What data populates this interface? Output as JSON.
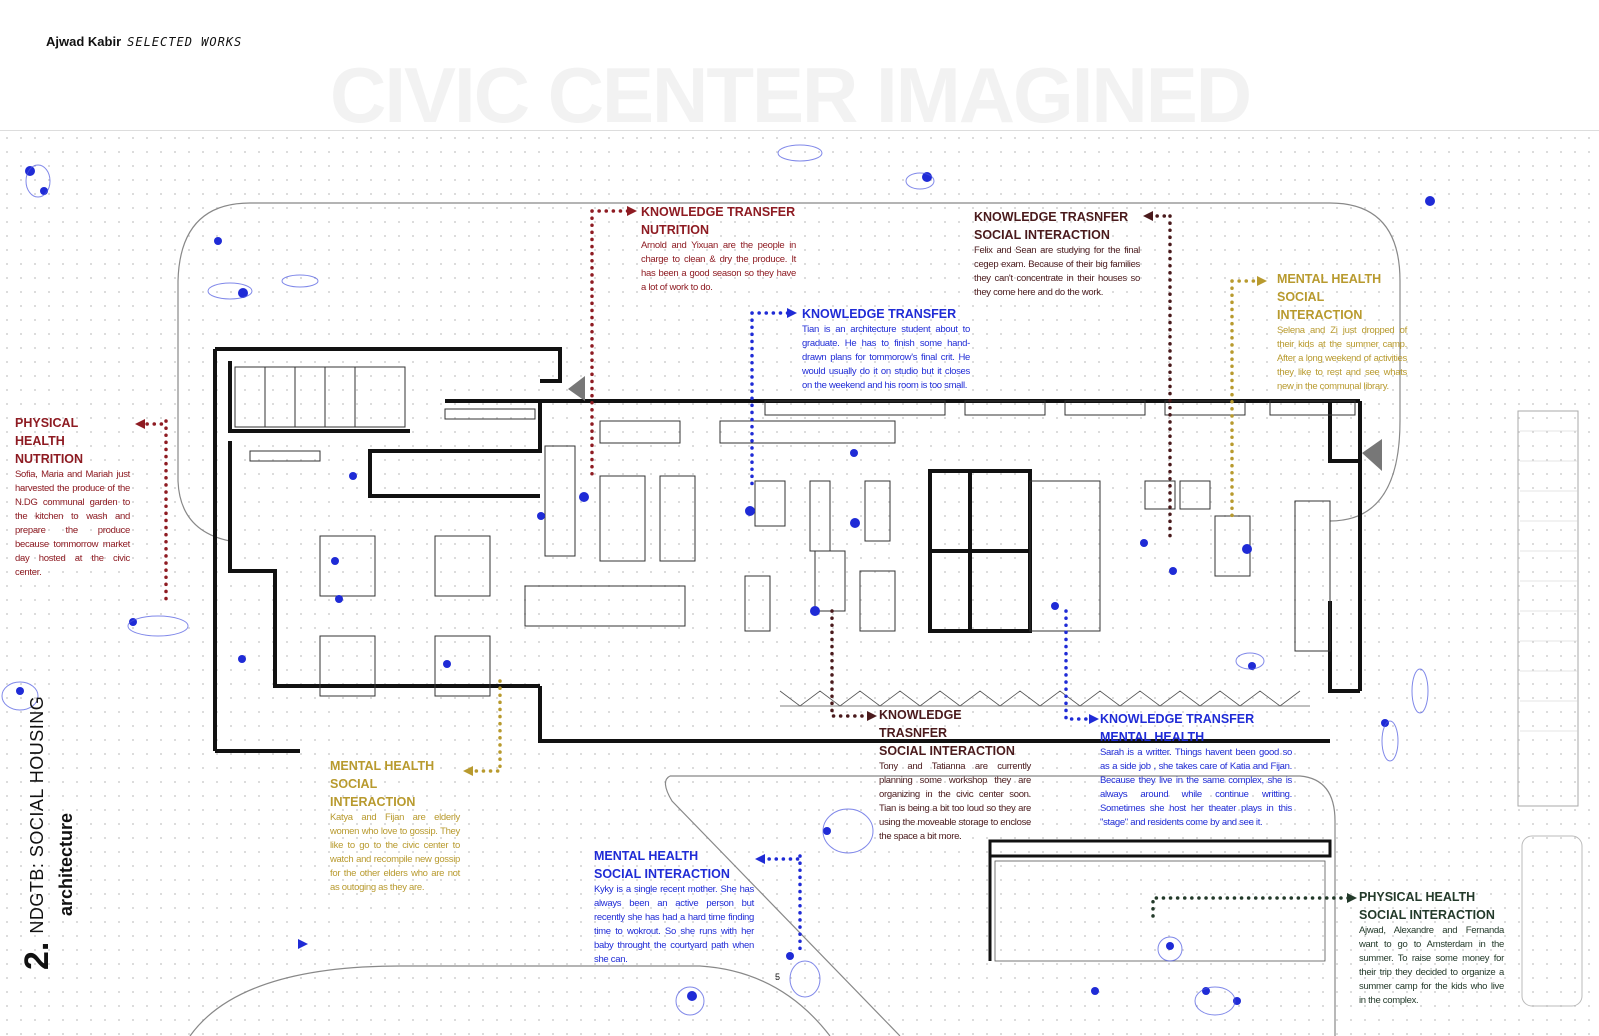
{
  "header": {
    "author": "Ajwad Kabir",
    "subtitle": "SELECTED WORKS"
  },
  "title": "CIVIC CENTER IMAGINED",
  "side_label": {
    "number": "2.",
    "project": "NDGTB: SOCIAL HOUSING",
    "discipline": "architecture"
  },
  "page_number": "5",
  "colors": {
    "red": "#8e1b22",
    "blue": "#1f2bd6",
    "ochre": "#b89a2e",
    "brown": "#4a1a1c",
    "green": "#233a2a"
  },
  "annotations": [
    {
      "id": "physical-nutrition",
      "color": "red",
      "heading1": "PHYSICAL HEALTH",
      "heading2": "NUTRITION",
      "text": "Sofia, Maria and Mariah just harvested the produce of the N.DG communal garden to the kitchen to wash and prepare the produce because tommorrow market day hosted at the civic center."
    },
    {
      "id": "knowledge-nutrition",
      "color": "red",
      "heading1": "KNOWLEDGE TRANSFER",
      "heading2": "NUTRITION",
      "text": "Arnold and Yixuan are the people in charge to clean & dry the produce. It has been a good season so they have a lot of work to do."
    },
    {
      "id": "knowledge-transfer",
      "color": "blue",
      "heading1": "KNOWLEDGE TRANSFER",
      "heading2": "",
      "text": "Tian is an architecture student about to graduate. He has to finish some hand-drawn plans for tommorow's final crit. He would usually do it on studio but it closes on the weekend and his room is too small."
    },
    {
      "id": "knowledge-social-top",
      "color": "brown",
      "heading1": "KNOWLEDGE TRASNFER",
      "heading2": "SOCIAL INTERACTION",
      "text": "Felix and Sean are studying for the final cegep exam. Because of their big families they can't concentrate in their houses so they come here and do the work."
    },
    {
      "id": "mental-social-right",
      "color": "ochre",
      "heading1": "MENTAL HEALTH",
      "heading2": "SOCIAL INTERACTION",
      "text": "Selena and Zi just dropped of their kids at the summer camp. After a long weekend of activities they like to rest and see whats new in the communal library."
    },
    {
      "id": "mental-social-left",
      "color": "ochre",
      "heading1": "MENTAL HEALTH",
      "heading2": "SOCIAL INTERACTION",
      "text": "Katya and Fijan are elderly women who love to gossip. They like to go to the civic center to watch and recompile new gossip for the other elders who are not as outoging as they are."
    },
    {
      "id": "knowledge-social-bottom",
      "color": "brown",
      "heading1": "KNOWLEDGE TRASNFER",
      "heading2": "SOCIAL INTERACTION",
      "text": "Tony and Tatianna are currently planning some workshop they are organizing in the civic center soon. Tian is being a bit too loud so they are using the moveable storage to enclose the space a bit more."
    },
    {
      "id": "knowledge-mental",
      "color": "blue",
      "heading1": "KNOWLEDGE TRANSFER",
      "heading2": "MENTAL HEALTH",
      "text": "Sarah is a writter. Things havent been good so as a side job , she takes care of Katia and Fijan. Because they live in the same complex, she is always around while continue writting. Sometimes she host her theater plays in this \"stage\" and residents come by and see it."
    },
    {
      "id": "mental-social-bottom",
      "color": "blue",
      "heading1": "MENTAL HEALTH",
      "heading2": "SOCIAL INTERACTION",
      "text": "Kyky is a single recent mother. She has always been an active person but recently she has had a hard time finding time to wokrout. So she runs with her baby throught the courtyard path when she can."
    },
    {
      "id": "physical-social",
      "color": "green",
      "heading1": "PHYSICAL HEALTH",
      "heading2": "SOCIAL INTERACTION",
      "text": "Ajwad, Alexandre and Fernanda want to go to Amsterdam in the summer. To raise some money for their trip they decided to organize a summer camp for the kids who live in the complex."
    }
  ]
}
